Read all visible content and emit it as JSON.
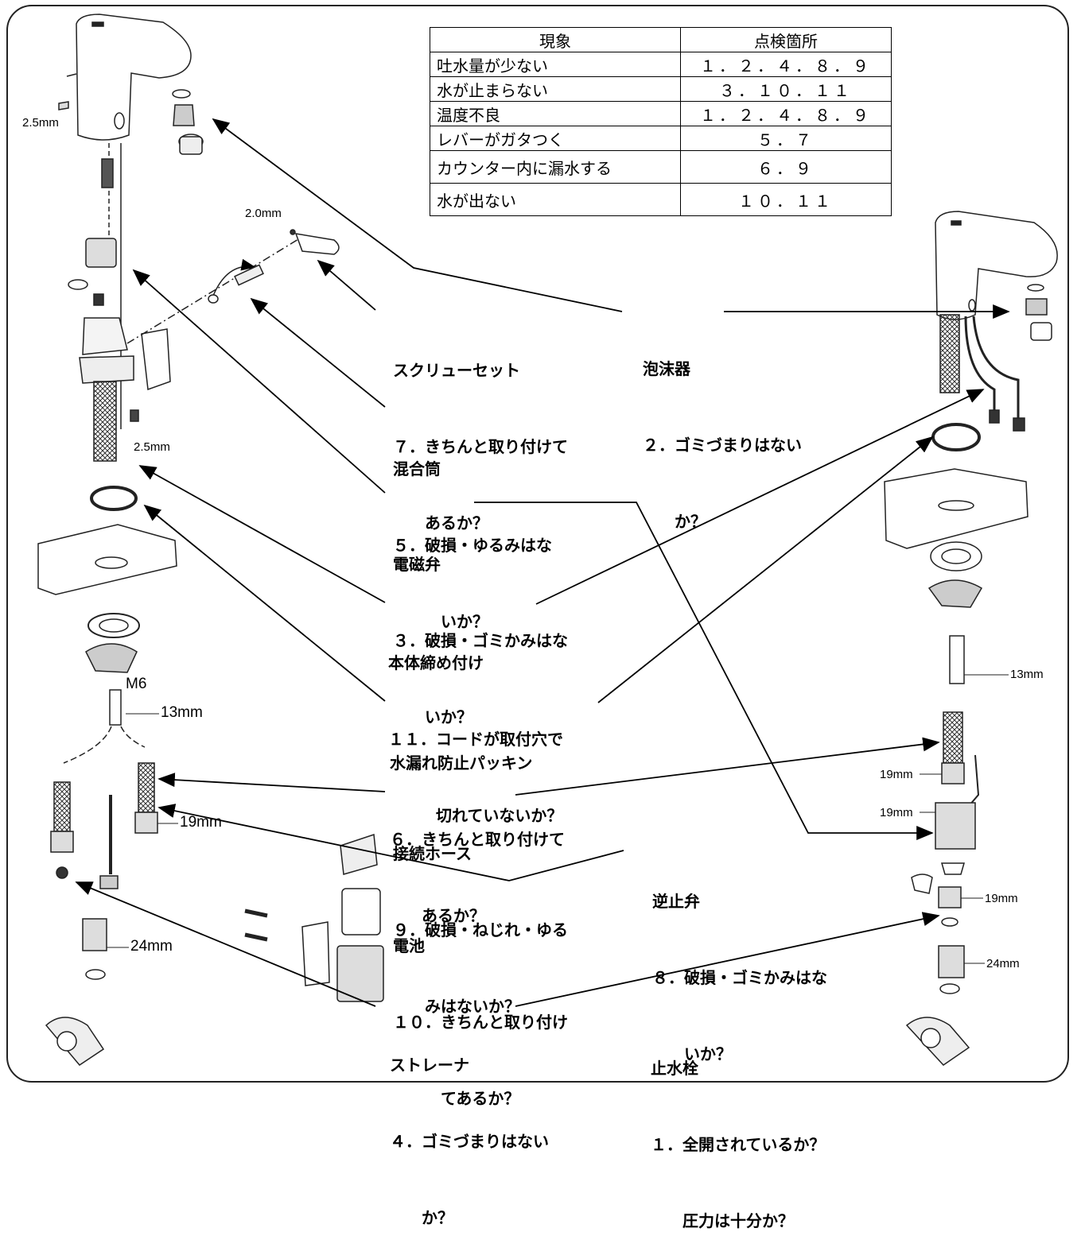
{
  "table": {
    "headers": [
      "現象",
      "点検箇所"
    ],
    "rows": [
      {
        "symptom": "吐水量が少ない",
        "points": "１．２．４．８．９"
      },
      {
        "symptom": "水が止まらない",
        "points": "３．１０．１１"
      },
      {
        "symptom": "温度不良",
        "points": "１．２．４．８．９"
      },
      {
        "symptom": "レバーがガタつく",
        "points": "５．７"
      },
      {
        "symptom": "カウンター内に漏水する",
        "points": "６．９"
      },
      {
        "symptom": "水が出ない",
        "points": "１０．１１"
      }
    ]
  },
  "labels": {
    "screw_set": {
      "title": "スクリューセット",
      "line1": "７．きちんと取り付けて",
      "line2": "　　あるか？"
    },
    "aerator": {
      "title": "泡沫器",
      "line1": "２．ゴミづまりはない",
      "line2": "　　か？"
    },
    "mixing": {
      "title": "混合筒",
      "line1": "５．破損・ゆるみはな",
      "line2": "　　　いか？"
    },
    "solenoid": {
      "title": "電磁弁",
      "line1": "３．破損・ゴミかみはな",
      "line2": "　　いか？"
    },
    "body_fix": {
      "title": "本体締め付け",
      "line1": "１１．コードが取付穴で",
      "line2": "　　　切れていないか？"
    },
    "packing": {
      "title": "水漏れ防止パッキン",
      "line1": "６．きちんと取り付けて",
      "line2": "　　あるか？"
    },
    "hose": {
      "title": "接続ホース",
      "line1": "９．破損・ねじれ・ゆる",
      "line2": "　　みはないか？"
    },
    "check_valve": {
      "title": "逆止弁",
      "line1": "８．破損・ゴミかみはな",
      "line2": "　　いか？"
    },
    "battery": {
      "title": "電池",
      "line1": "１０．きちんと取り付け",
      "line2": "　　　てあるか？"
    },
    "strainer": {
      "title": "ストレーナ",
      "line1": "４．ゴミづまりはない",
      "line2": "　　か？"
    },
    "stop_valve": {
      "title": "止水栓",
      "line1": "１．全開されているか？",
      "line2": "　　圧力は十分か？"
    }
  },
  "dimensions": {
    "d1": "2.5mm",
    "d2": "2.0mm",
    "d3": "2.5mm",
    "d4": "M6",
    "d5": "13mm",
    "d6": "19mm",
    "d7": "24mm",
    "r1": "13mm",
    "r2": "19mm",
    "r3": "19mm",
    "r4": "19mm",
    "r5": "24mm"
  }
}
